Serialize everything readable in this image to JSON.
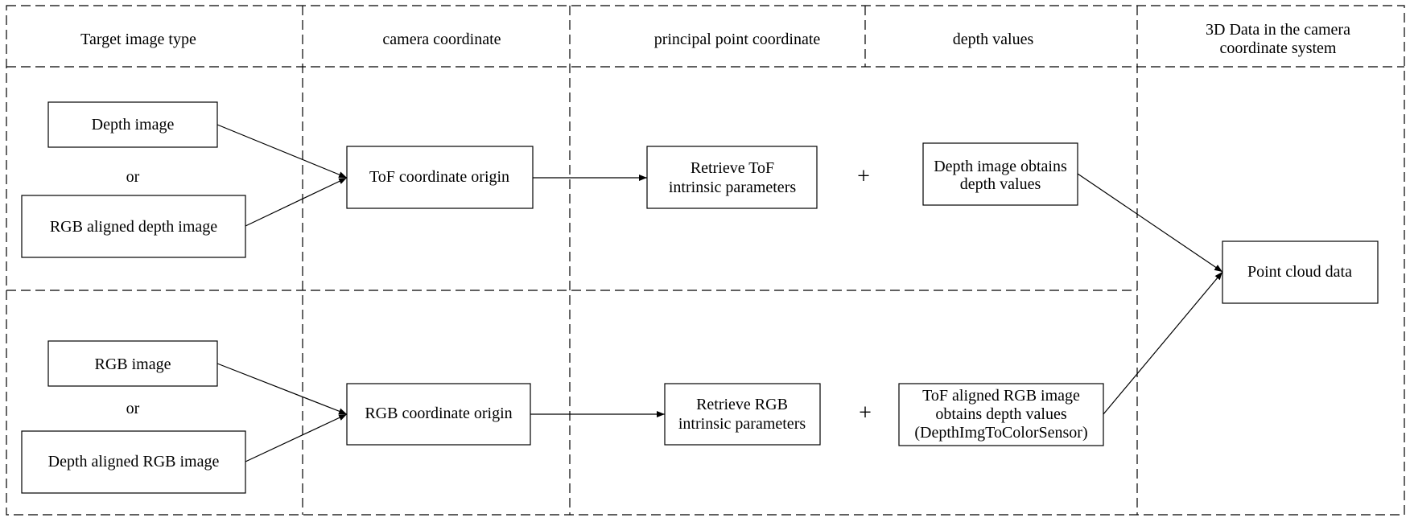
{
  "headers": {
    "target_image_type": "Target image type",
    "camera_coordinate": "camera coordinate",
    "principal_point_coordinate": "principal point coordinate",
    "depth_values": "depth values",
    "data_3d_line1": "3D Data in the camera",
    "data_3d_line2": "coordinate system"
  },
  "tof_row": {
    "depth_image": "Depth image",
    "or": "or",
    "rgb_aligned_depth_image": "RGB aligned depth image",
    "origin": "ToF coordinate origin",
    "retrieve_line1": "Retrieve ToF",
    "retrieve_line2": "intrinsic parameters",
    "plus": "+",
    "depth_line1": "Depth image obtains",
    "depth_line2": "depth values"
  },
  "rgb_row": {
    "rgb_image": "RGB image",
    "or": "or",
    "depth_aligned_rgb_image": "Depth aligned RGB image",
    "origin": "RGB coordinate origin",
    "retrieve_line1": "Retrieve RGB",
    "retrieve_line2": "intrinsic parameters",
    "plus": "+",
    "depth_line1": "ToF aligned RGB image",
    "depth_line2": "obtains depth values",
    "depth_line3": "(DepthImgToColorSensor)"
  },
  "output": {
    "label": "Point cloud data"
  }
}
